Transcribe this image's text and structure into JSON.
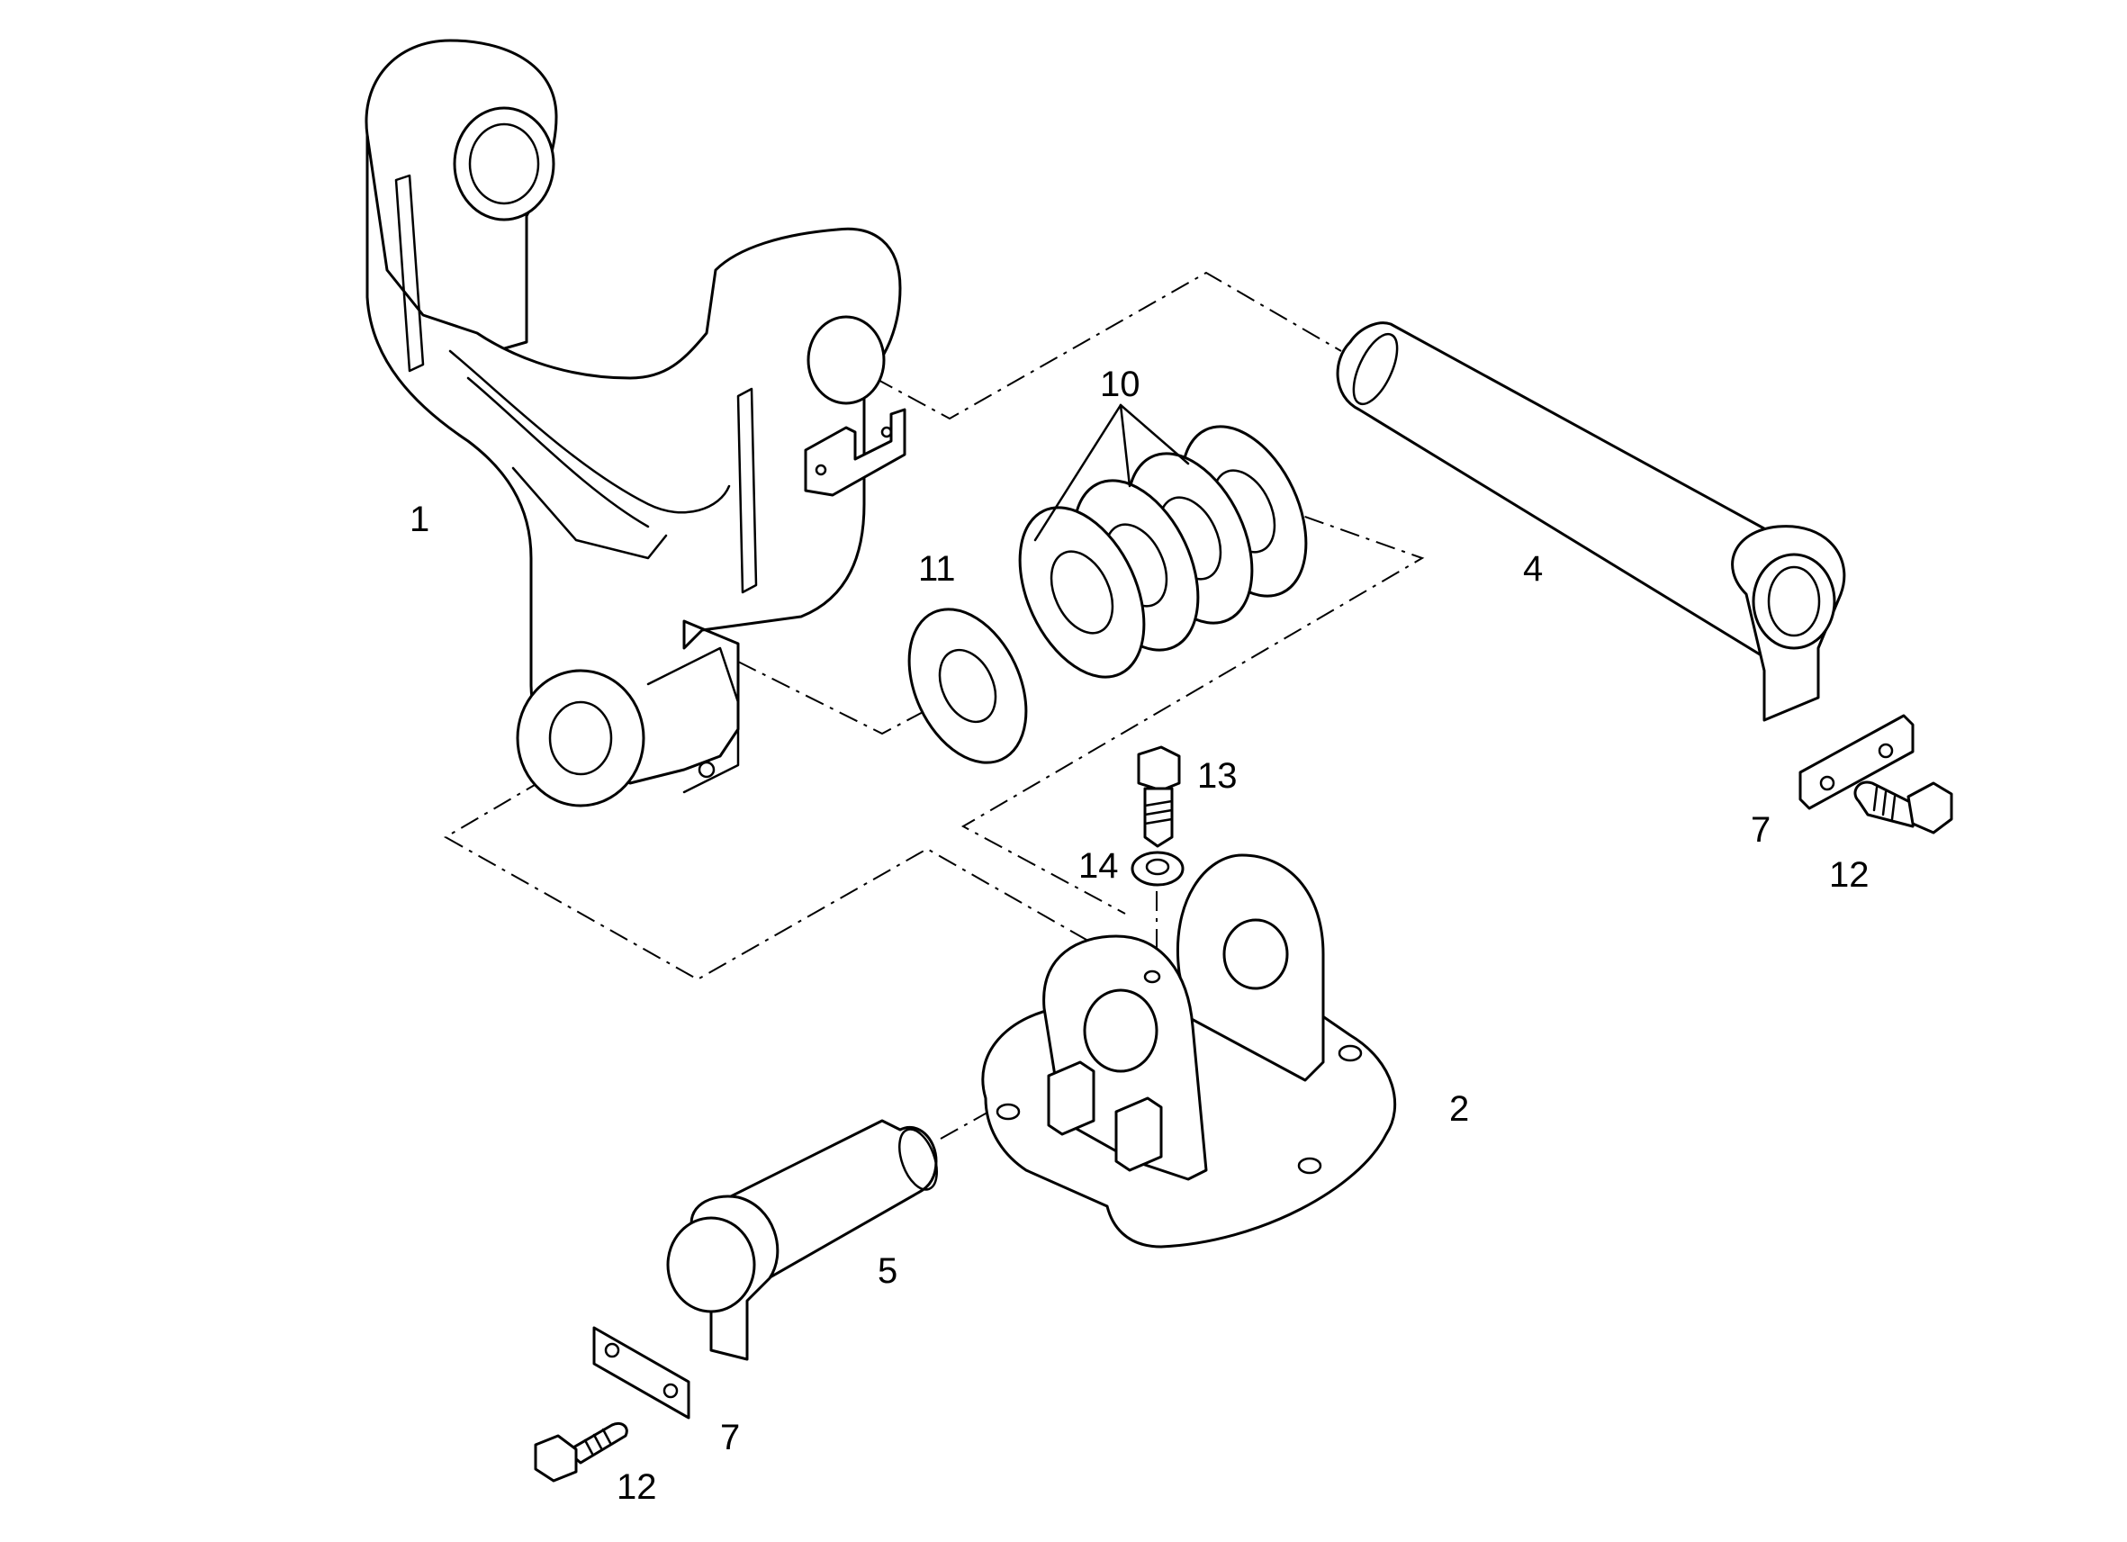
{
  "diagram": {
    "callouts": [
      {
        "id": "part-1",
        "label": "1"
      },
      {
        "id": "part-2",
        "label": "2"
      },
      {
        "id": "part-4",
        "label": "4"
      },
      {
        "id": "part-5",
        "label": "5"
      },
      {
        "id": "part-7-right",
        "label": "7"
      },
      {
        "id": "part-7-left",
        "label": "7"
      },
      {
        "id": "part-10",
        "label": "10"
      },
      {
        "id": "part-11",
        "label": "11"
      },
      {
        "id": "part-12-right",
        "label": "12"
      },
      {
        "id": "part-12-left",
        "label": "12"
      },
      {
        "id": "part-13",
        "label": "13"
      },
      {
        "id": "part-14",
        "label": "14"
      }
    ],
    "colors": {
      "line": "#000000",
      "background": "#ffffff"
    }
  }
}
